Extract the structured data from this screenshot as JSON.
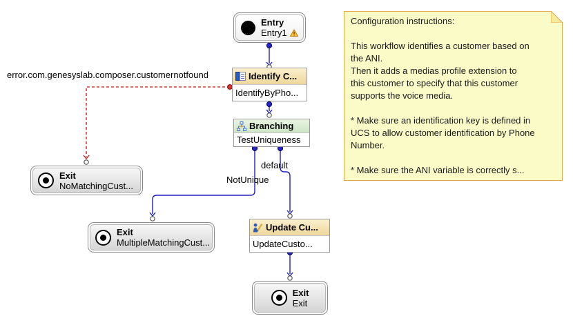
{
  "diagram": {
    "error_label": "error.com.genesyslab.composer.customernotfound",
    "branch_labels": {
      "default": "default",
      "not_unique": "NotUnique"
    }
  },
  "nodes": {
    "entry": {
      "title": "Entry",
      "name": "Entry1"
    },
    "identify": {
      "title": "Identify C...",
      "name": "IdentifyByPho..."
    },
    "branching": {
      "title": "Branching",
      "name": "TestUniqueness"
    },
    "exit_no_matching": {
      "title": "Exit",
      "name": "NoMatchingCust..."
    },
    "exit_multiple_matching": {
      "title": "Exit",
      "name": "MultipleMatchingCust..."
    },
    "update_customer": {
      "title": "Update Cu...",
      "name": "UpdateCusto..."
    },
    "exit_final": {
      "title": "Exit",
      "name": "Exit"
    }
  },
  "note": {
    "text": "Configuration instructions:\n\nThis workflow identifies a customer based on\nthe ANI.\nThen it adds a medias profile extension to\nthis customer to specify that this customer\nsupports the voice media.\n\n* Make sure an identification key is defined in\nUCS to allow customer identification by Phone\nNumber.\n\n* Make sure the ANI variable is correctly s..."
  },
  "colors": {
    "connector_blue": "#1c1cc6",
    "error_red": "#cc1111",
    "note_bg": "#fbfbc8",
    "note_border": "#e3aa4f",
    "activity_header_tan": "#eed79b",
    "branching_header_green": "#cde5c4"
  }
}
